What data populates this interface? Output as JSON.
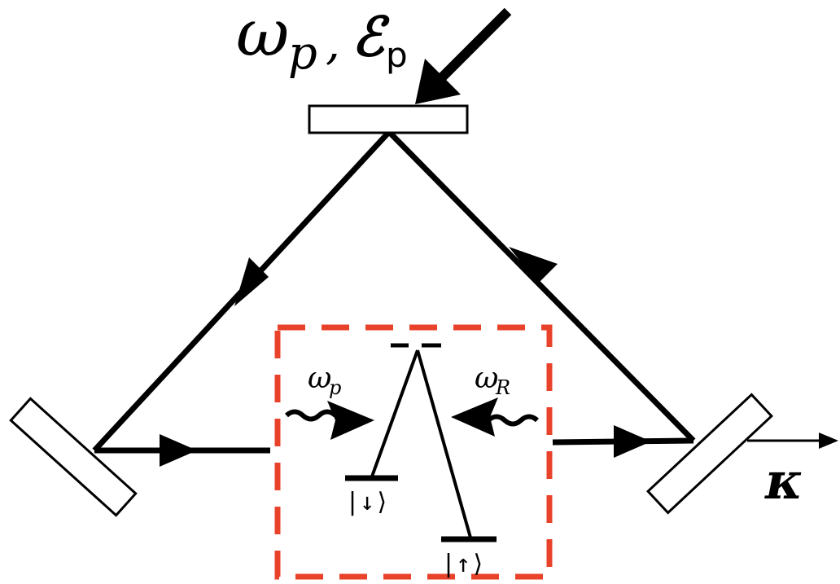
{
  "labels": {
    "pump_symbol": "ω",
    "pump_subscript": "p",
    "comma": ",",
    "field_symbol": "ℰ",
    "field_subscript": "p",
    "pump_in_symbol": "ω",
    "pump_in_subscript": "p",
    "raman_symbol": "ω",
    "raman_subscript": "R",
    "state_down": "|↓⟩",
    "state_up": "|↑⟩",
    "decay": "κ"
  },
  "colors": {
    "beam": "#000000",
    "mirror_fill": "#ffffff",
    "atom_box": "#e8432a"
  }
}
